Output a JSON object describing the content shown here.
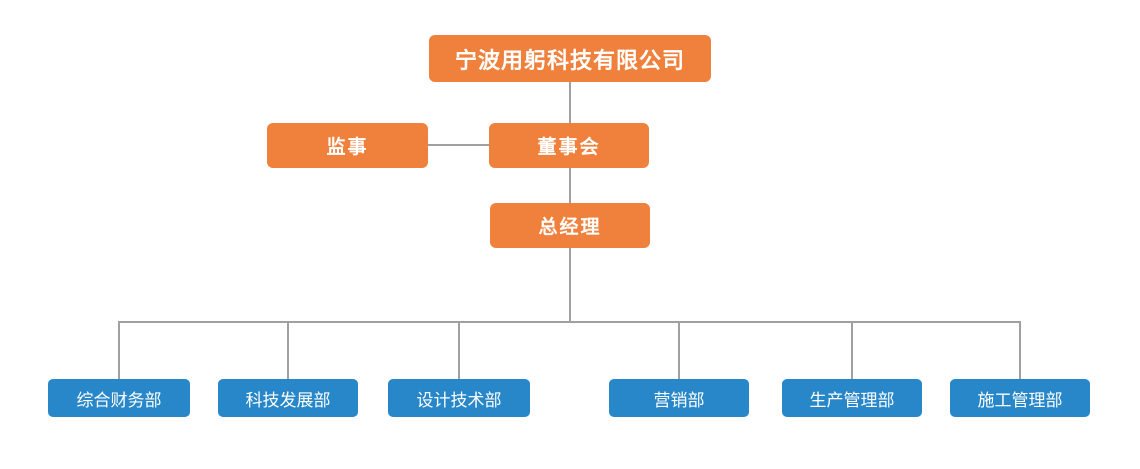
{
  "colors": {
    "orange": "#F0813C",
    "blue": "#2787C8",
    "line": "#A0A0A0",
    "node_text": "#FFFFFF",
    "background": "#FFFFFF"
  },
  "org_chart": {
    "type": "org-hierarchy-diagram",
    "root": {
      "label": "宁波用躬科技有限公司",
      "level": 1,
      "color": "orange"
    },
    "supervisor": {
      "label": "监事",
      "level": 2,
      "color": "orange"
    },
    "board": {
      "label": "董事会",
      "level": 2,
      "color": "orange"
    },
    "general_manager": {
      "label": "总经理",
      "level": 3,
      "color": "orange"
    },
    "departments": [
      "综合财务部",
      "科技发展部",
      "设计技术部",
      "营销部",
      "生产管理部",
      "施工管理部"
    ],
    "edges": [
      "宁波用躬科技有限公司 -> 董事会",
      "董事会 -> 监事",
      "董事会 -> 总经理",
      "总经理 -> 综合财务部",
      "总经理 -> 科技发展部",
      "总经理 -> 设计技术部",
      "总经理 -> 营销部",
      "总经理 -> 生产管理部",
      "总经理 -> 施工管理部"
    ]
  }
}
